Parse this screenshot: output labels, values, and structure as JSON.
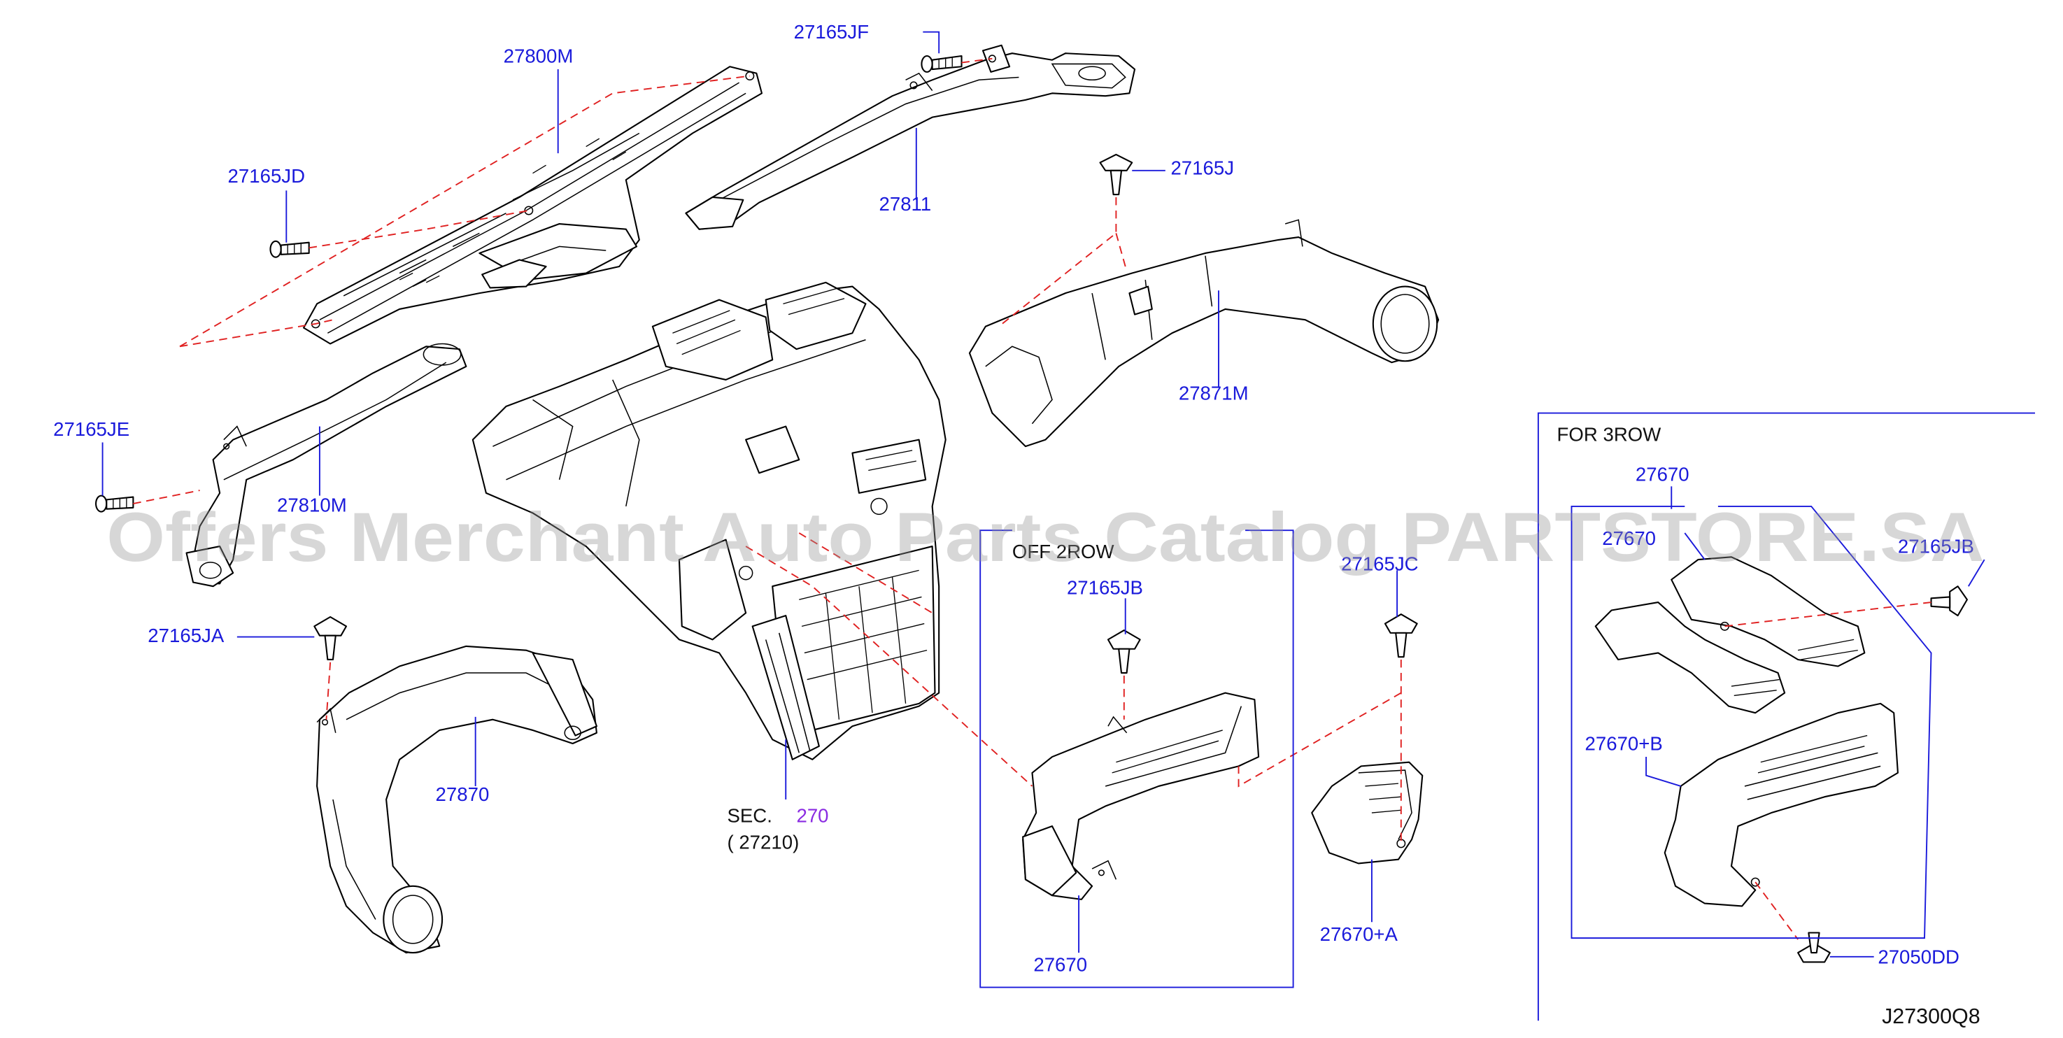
{
  "diagram": {
    "code": "J27300Q8",
    "watermark": "Offers Merchant Auto Parts Catalog PARTSTORE.SA",
    "section_ref": {
      "prefix": "SEC.",
      "number": "270",
      "sub": "(   27210)"
    },
    "inset_middle_title": "OFF 2ROW",
    "inset_right_title": "FOR   3ROW",
    "labels": {
      "p27800M": "27800M",
      "p27165JF": "27165JF",
      "p27165JD": "27165JD",
      "p27811": "27811",
      "p27165J": "27165J",
      "p27871M": "27871M",
      "p27165JE": "27165JE",
      "p27810M": "27810M",
      "p27165JA": "27165JA",
      "p27870": "27870",
      "p27165JB": "27165JB",
      "p27165JC": "27165JC",
      "p27670_mid": "27670",
      "p27670A": "27670+A",
      "p27670_right": "27670",
      "p27670_9": "27670",
      "p27165_right": "27165JB",
      "p27670B": "27670+B",
      "p27050DD": "27050DD"
    },
    "colors": {
      "label": "#1a1adb",
      "dash": "#e02020",
      "section": "#8a2be2"
    }
  }
}
